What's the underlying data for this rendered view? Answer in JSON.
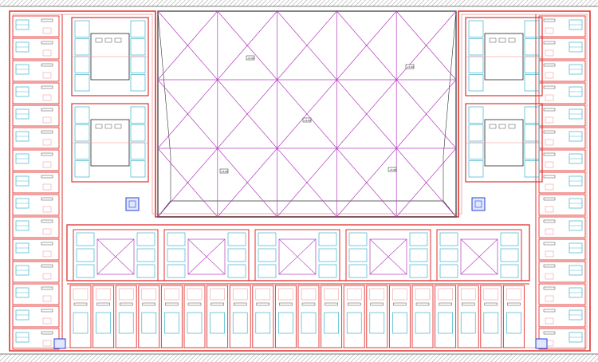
{
  "drawing": {
    "type": "architectural-floor-plan",
    "colors": {
      "wall": "#e0312f",
      "wall_light": "#ef8d8b",
      "grid": "#b53cc0",
      "fixture": "#1aa7c9",
      "ink": "#222222",
      "hatch": "#9a9a9a"
    },
    "dome_tags": [
      "+5.60",
      "+5.60",
      "+5.60",
      "+5.60",
      "+5.60"
    ],
    "stair_units": [
      "north-west",
      "north-east",
      "south-west",
      "south-east"
    ]
  }
}
